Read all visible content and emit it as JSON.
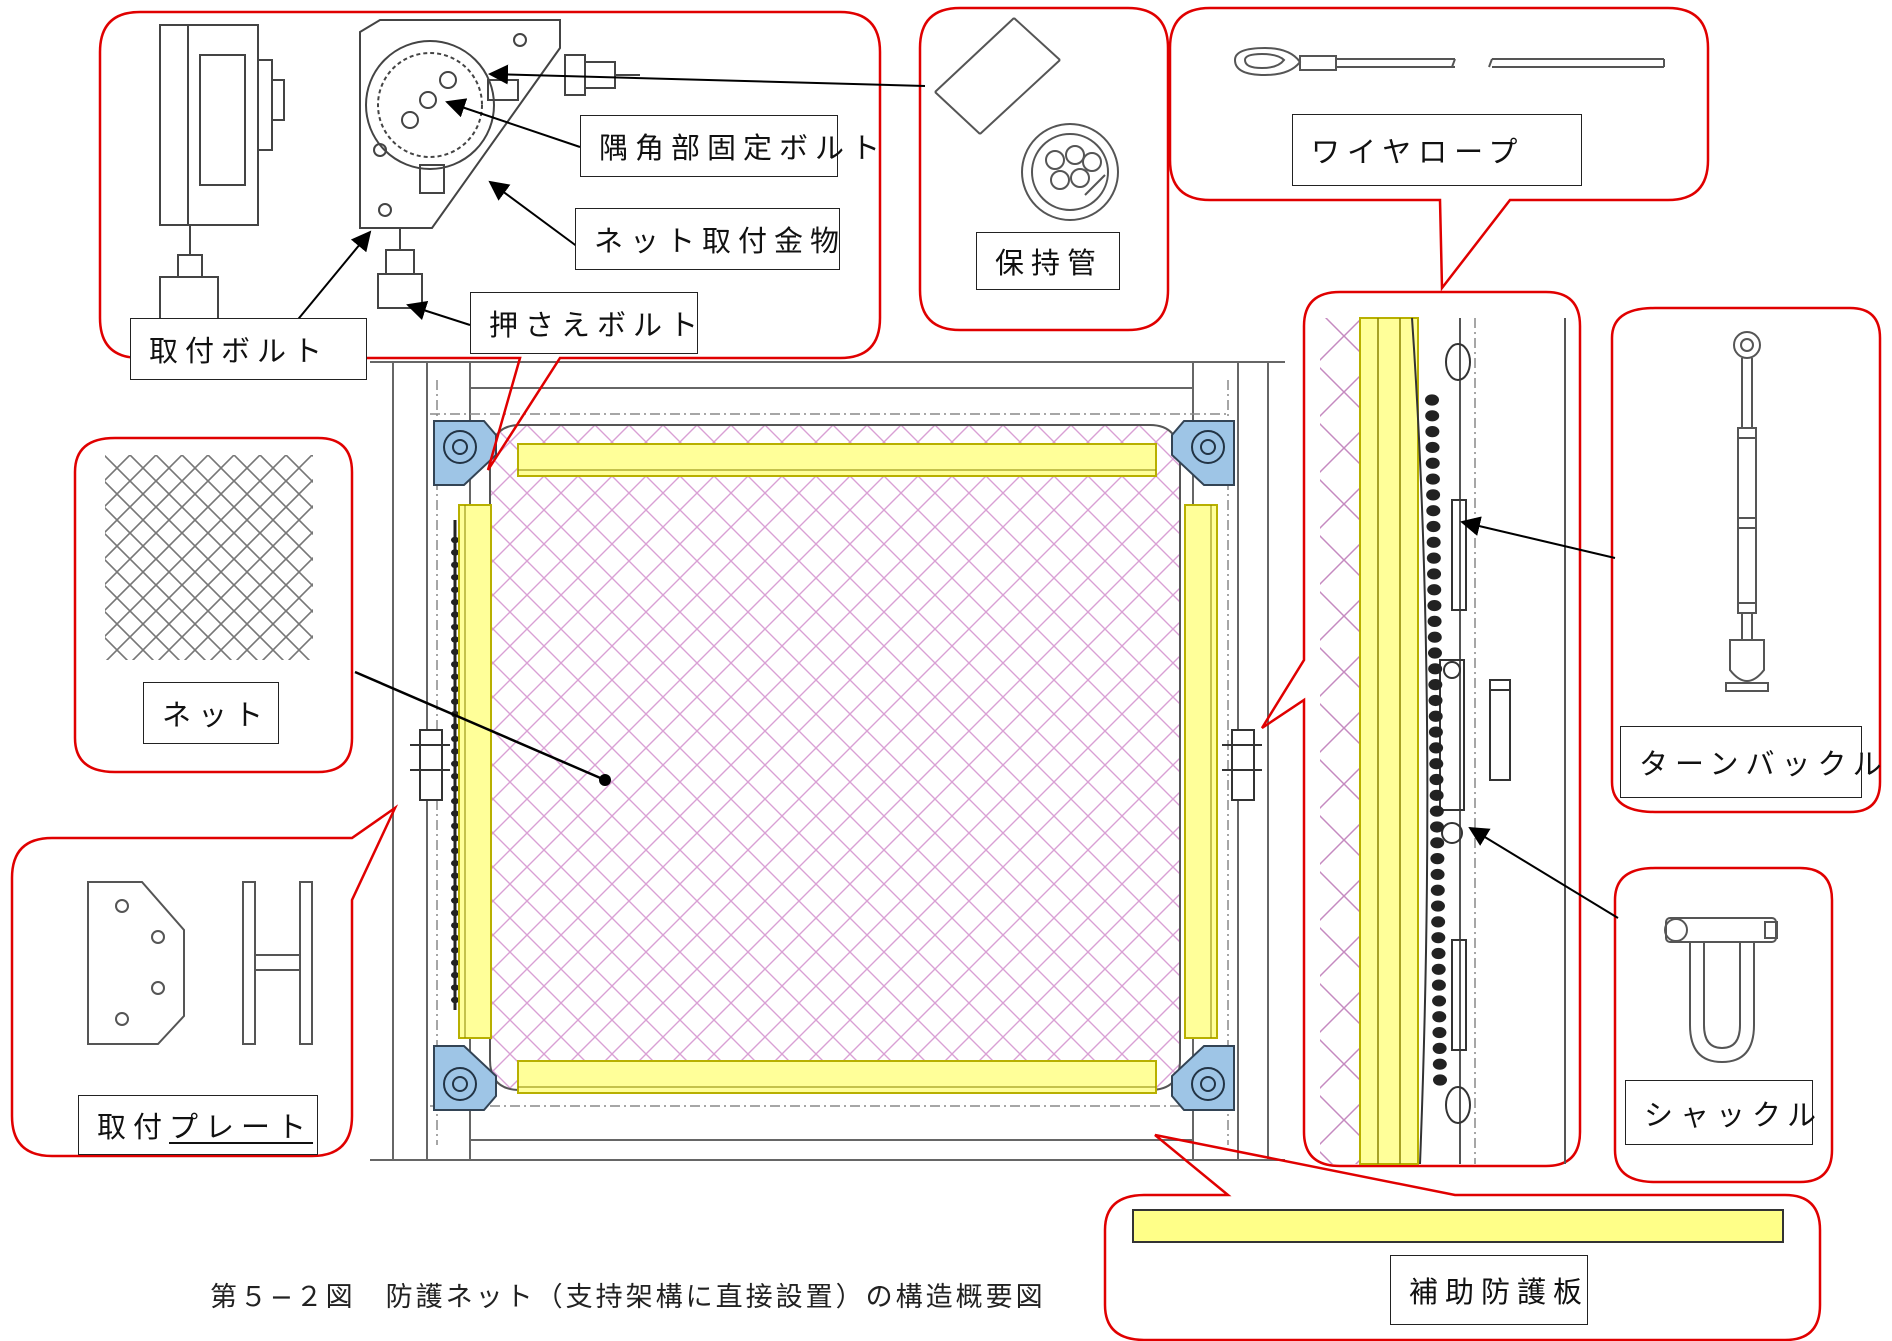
{
  "labels": {
    "corner_bolt": "隅角部固定ボルト",
    "net_bracket": "ネット取付金物",
    "mount_bolt": "取付ボルト",
    "press_bolt": "押さえボルト",
    "holding_tube": "保持管",
    "wire_rope": "ワイヤロープ",
    "net": "ネット",
    "mount_plate_a": "取付",
    "mount_plate_b": "プレート",
    "turnbuckle": "ターンバックル",
    "shackle": "シャックル",
    "aux_plate": "補助防護板"
  },
  "caption": "第５−２図　防護ネット（支持架構に直接設置）の構造概要図",
  "colors": {
    "callout_border": "#e00000",
    "aux_plate_fill": "#ffff88",
    "net_line": "#d9a0d4",
    "bracket_fill": "#9ec5e6"
  }
}
